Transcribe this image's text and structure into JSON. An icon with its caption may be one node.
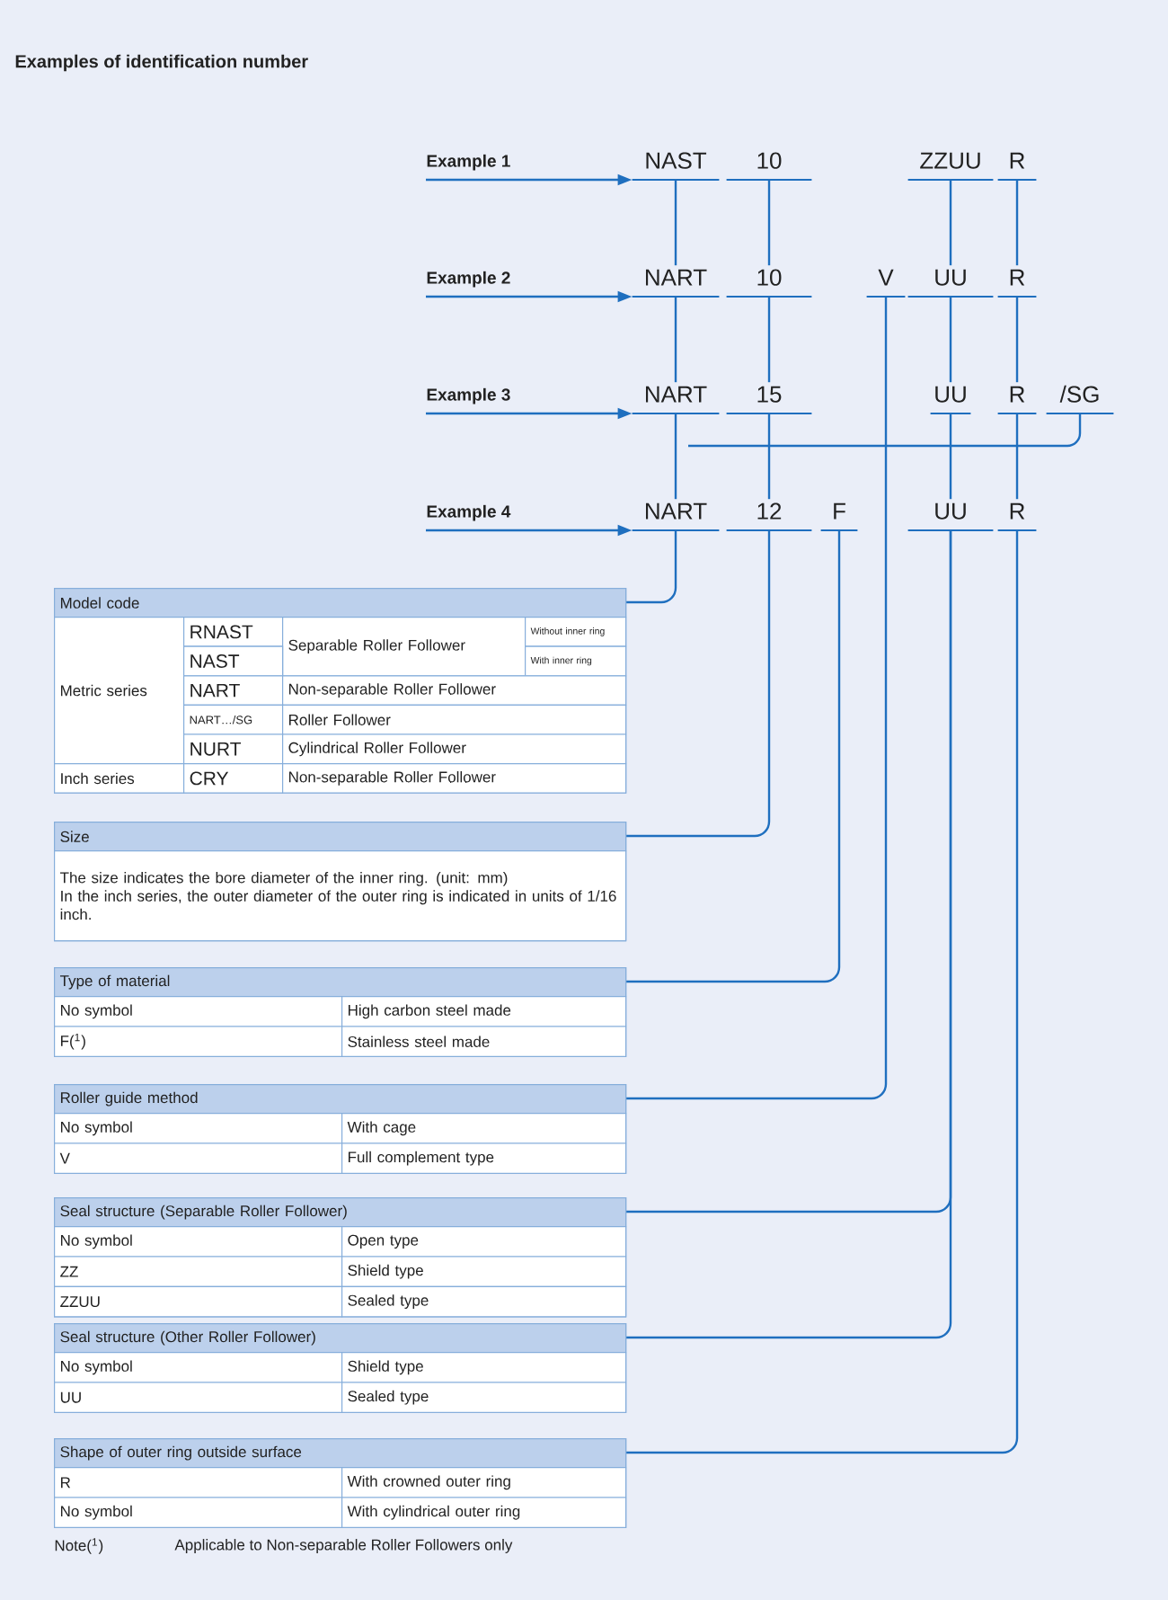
{
  "diagram": {
    "title": "Examples of identification number",
    "nodes": [
      {
        "text": [
          "Example 1"
        ]
      },
      {
        "text": [
          "Example 2"
        ]
      },
      {
        "text": [
          "Example 3"
        ]
      },
      {
        "text": [
          "Example 4"
        ]
      },
      {
        "text": [
          "NAST"
        ]
      },
      {
        "text": [
          "10"
        ]
      },
      {
        "text": [
          "ZZUU"
        ]
      },
      {
        "text": [
          "R"
        ]
      },
      {
        "text": [
          "NART"
        ]
      },
      {
        "text": [
          "10"
        ]
      },
      {
        "text": [
          "V"
        ]
      },
      {
        "text": [
          "UU"
        ]
      },
      {
        "text": [
          "R"
        ]
      },
      {
        "text": [
          "NART"
        ]
      },
      {
        "text": [
          "15"
        ]
      },
      {
        "text": [
          "UU"
        ]
      },
      {
        "text": [
          "R"
        ]
      },
      {
        "text": [
          "/SG"
        ]
      },
      {
        "text": [
          "NART"
        ]
      },
      {
        "text": [
          "12"
        ]
      },
      {
        "text": [
          "F"
        ]
      },
      {
        "text": [
          "UU"
        ]
      },
      {
        "text": [
          "R"
        ]
      },
      {
        "text": [
          "Model code",
          "Metric series",
          "RNAST",
          "Separable Roller Follower",
          "Without inner ring",
          "NAST",
          "With inner ring",
          "NART",
          "Non-separable Roller Follower",
          "NART…/SG",
          "Roller Follower",
          "NURT",
          "Cylindrical Roller Follower",
          "Inch series",
          "CRY",
          "Non-separable Roller Follower"
        ]
      },
      {
        "text": [
          "Size",
          "The size indicates the bore diameter of the inner ring. (unit: mm)",
          "In the inch series, the outer diameter of the outer ring is indicated in units of 1/16 inch."
        ]
      },
      {
        "text": [
          "Type of material",
          "No symbol",
          "High carbon steel made",
          "F($^{1}$)",
          "Stainless steel made"
        ]
      },
      {
        "text": [
          "Roller guide method",
          "No symbol",
          "With cage",
          "V",
          "Full complement type"
        ]
      },
      {
        "text": [
          "Seal structure (Separable Roller Follower)",
          "No symbol",
          "Open type",
          "ZZ",
          "Shield type",
          "ZZUU",
          "Sealed type"
        ]
      },
      {
        "text": [
          "Seal structure (Other Roller Follower)",
          "No symbol",
          "Shield type",
          "UU",
          "Sealed type"
        ]
      },
      {
        "text": [
          "Shape of outer ring outside surface",
          "R",
          "With crowned outer ring",
          "No symbol",
          "With cylindrical outer ring"
        ]
      }
    ],
    "edges": [
      {
        "from": 0,
        "to": 4,
        "arrow": "to"
      },
      {
        "from": 1,
        "to": 8,
        "arrow": "to"
      },
      {
        "from": 2,
        "to": 13,
        "arrow": "to"
      },
      {
        "from": 3,
        "to": 18,
        "arrow": "to"
      },
      {
        "from": 4,
        "to": 8,
        "arrow": "none"
      },
      {
        "from": 5,
        "to": 9,
        "arrow": "none"
      },
      {
        "from": 6,
        "to": 11,
        "arrow": "none"
      },
      {
        "from": 7,
        "to": 12,
        "arrow": "none"
      },
      {
        "from": 8,
        "to": 13,
        "arrow": "none"
      },
      {
        "from": 9,
        "to": 14,
        "arrow": "none"
      },
      {
        "from": 11,
        "to": 15,
        "arrow": "none"
      },
      {
        "from": 12,
        "to": 16,
        "arrow": "none"
      },
      {
        "from": 13,
        "to": 18,
        "arrow": "none"
      },
      {
        "from": 14,
        "to": 19,
        "arrow": "none"
      },
      {
        "from": 15,
        "to": 21,
        "arrow": "none"
      },
      {
        "from": 16,
        "to": 22,
        "arrow": "none"
      },
      {
        "from": 17,
        "to": null,
        "arrow": "none"
      },
      {
        "from": 18,
        "to": 23,
        "arrow": "none"
      },
      {
        "from": 19,
        "to": 24,
        "arrow": "none"
      },
      {
        "from": 20,
        "to": 25,
        "arrow": "none"
      },
      {
        "from": 10,
        "to": 26,
        "arrow": "none"
      },
      {
        "from": 21,
        "to": 27,
        "arrow": "none"
      },
      {
        "from": 21,
        "to": 28,
        "arrow": "none"
      },
      {
        "from": 22,
        "to": 29,
        "arrow": "none"
      }
    ],
    "labels": [
      "Note($^{1}$)",
      "Applicable to Non-separable Roller Followers only"
    ]
  }
}
